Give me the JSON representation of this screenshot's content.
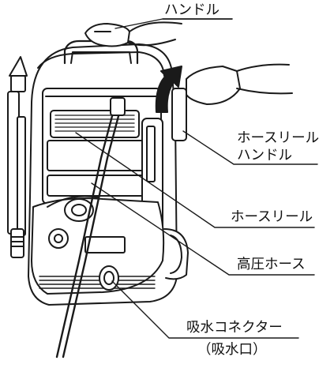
{
  "labels": {
    "handle": "ハンドル",
    "reel_handle_line1": "ホースリール",
    "reel_handle_line2": "ハンドル",
    "hose_reel": "ホースリール",
    "high_pressure_hose": "高圧ホース",
    "intake_connector": "吸水コネクター",
    "intake_port": "（吸水口）"
  },
  "colors": {
    "line": "#1a1a1a",
    "fill": "#ffffff",
    "dark": "#1a1a1a"
  }
}
